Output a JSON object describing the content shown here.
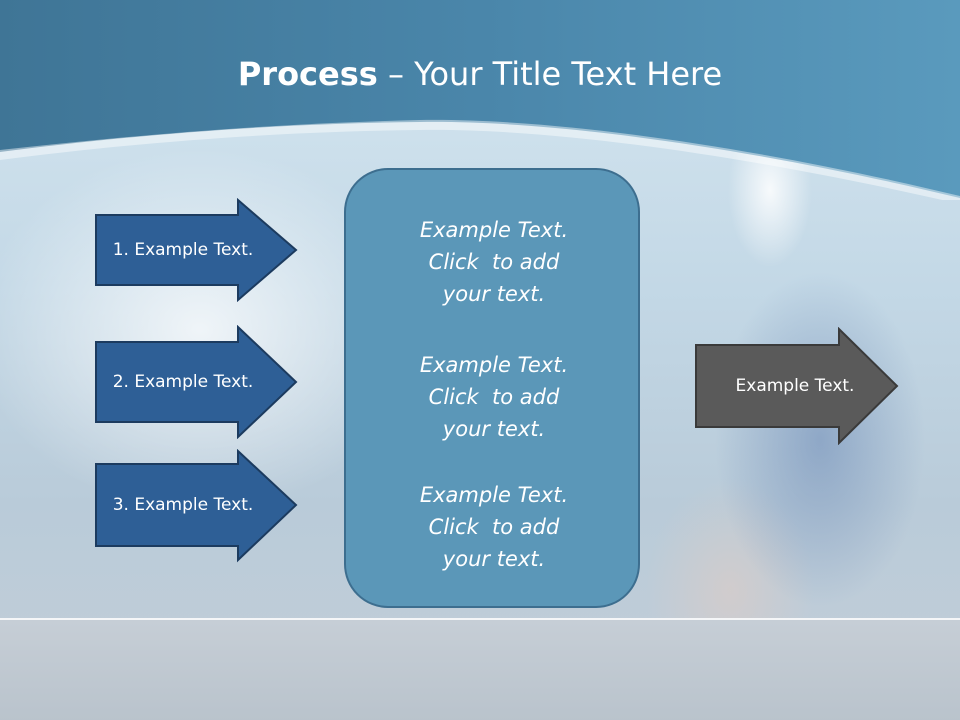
{
  "title": {
    "bold": "Process",
    "rest": " – Your Title Text Here"
  },
  "left_arrows": [
    {
      "label": "1. Example Text."
    },
    {
      "label": "2. Example Text."
    },
    {
      "label": "3. Example Text."
    }
  ],
  "panel": {
    "blocks": [
      {
        "lines": [
          "Example Text.",
          "Click  to add",
          "your text."
        ]
      },
      {
        "lines": [
          "Example Text.",
          "Click  to add",
          "your text."
        ]
      },
      {
        "lines": [
          "Example Text.",
          "Click  to add",
          "your text."
        ]
      }
    ]
  },
  "right_arrow": {
    "label": "Example Text."
  },
  "colors": {
    "header_dark": "#3f7596",
    "header_light": "#5a9abd",
    "arrow_fill": "#2e5f96",
    "arrow_border": "#1c3b5f",
    "panel_fill": "#5b97b8",
    "panel_border": "#3d6e8f",
    "right_arrow_fill": "#5a5a5a",
    "right_arrow_border": "#3a3a3a"
  }
}
